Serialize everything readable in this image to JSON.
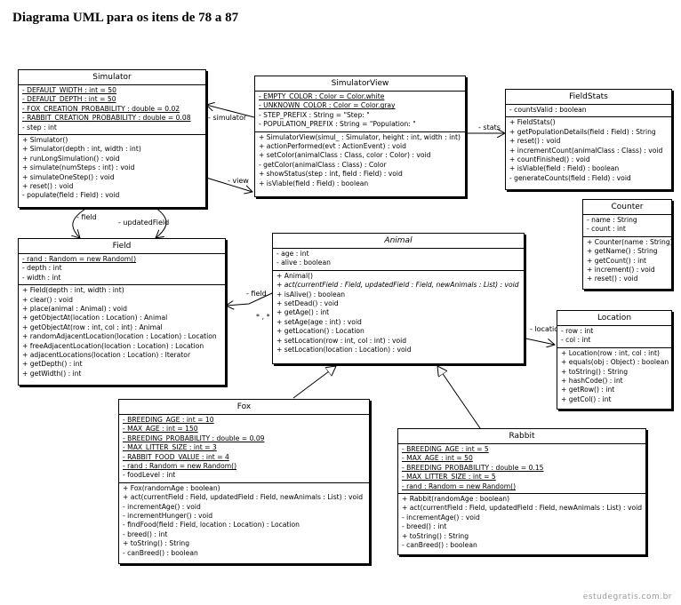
{
  "title": "Diagrama UML para os itens de 78 a 87",
  "watermark": "estudegratis.com.br",
  "classes": {
    "simulator": {
      "name": "Simulator",
      "attributes": [
        {
          "text": "- DEFAULT_WIDTH : int = 50",
          "static": true
        },
        {
          "text": "- DEFAULT_DEPTH : int = 50",
          "static": true
        },
        {
          "text": "- FOX_CREATION_PROBABILITY : double = 0.02",
          "static": true
        },
        {
          "text": "- RABBIT_CREATION_PROBABILITY : double = 0.08",
          "static": true
        },
        {
          "text": "- step : int",
          "static": false
        }
      ],
      "operations": [
        {
          "text": "+ Simulator()"
        },
        {
          "text": "+ Simulator(depth : int, width : int)"
        },
        {
          "text": "+ runLongSimulation() : void"
        },
        {
          "text": "+ simulate(numSteps : int) : void"
        },
        {
          "text": "+ simulateOneStep() : void"
        },
        {
          "text": "+ reset() : void"
        },
        {
          "text": "- populate(field : Field) : void"
        }
      ]
    },
    "simulator_view": {
      "name": "SimulatorView",
      "attributes": [
        {
          "text": "- EMPTY_COLOR : Color = Color.white",
          "static": true
        },
        {
          "text": "- UNKNOWN_COLOR : Color = Color.gray",
          "static": true
        },
        {
          "text": "- STEP_PREFIX : String = \"Step: \"",
          "static": false
        },
        {
          "text": "- POPULATION_PREFIX : String = \"Population: \"",
          "static": false
        }
      ],
      "operations": [
        {
          "text": "+ SimulatorView(simul_ : Simulator, height : int, width : int)"
        },
        {
          "text": "+ actionPerformed(evt : ActionEvent) : void"
        },
        {
          "text": "+ setColor(animalClass : Class, color : Color) : void"
        },
        {
          "text": "- getColor(animalClass : Class) : Color"
        },
        {
          "text": "+ showStatus(step : int, field : Field) : void"
        },
        {
          "text": "+ isViable(field : Field) : boolean"
        }
      ]
    },
    "field_stats": {
      "name": "FieldStats",
      "attributes": [
        {
          "text": "- countsValid : boolean",
          "static": false
        }
      ],
      "operations": [
        {
          "text": "+ FieldStats()"
        },
        {
          "text": "+ getPopulationDetails(field : Field) : String"
        },
        {
          "text": "+ reset() : void"
        },
        {
          "text": "+ incrementCount(animalClass : Class) : void"
        },
        {
          "text": "+ countFinished() : void"
        },
        {
          "text": "+ isViable(field : Field) : boolean"
        },
        {
          "text": "- generateCounts(field : Field) : void"
        }
      ]
    },
    "counter": {
      "name": "Counter",
      "attributes": [
        {
          "text": "- name : String",
          "static": false
        },
        {
          "text": "- count : int",
          "static": false
        }
      ],
      "operations": [
        {
          "text": "+ Counter(name : String)"
        },
        {
          "text": "+ getName() : String"
        },
        {
          "text": "+ getCount() : int"
        },
        {
          "text": "+ increment() : void"
        },
        {
          "text": "+ reset() : void"
        }
      ]
    },
    "field": {
      "name": "Field",
      "attributes": [
        {
          "text": "- rand : Random = new Random()",
          "static": true
        },
        {
          "text": "- depth : int",
          "static": false
        },
        {
          "text": "- width : int",
          "static": false
        }
      ],
      "operations": [
        {
          "text": "+ Field(depth : int, width : int)"
        },
        {
          "text": "+ clear() : void"
        },
        {
          "text": "+ place(animal : Animal) : void"
        },
        {
          "text": "+ getObjectAt(location : Location) : Animal"
        },
        {
          "text": "+ getObjectAt(row : int, col : int) : Animal"
        },
        {
          "text": "+ randomAdjacentLocation(location : Location) : Location"
        },
        {
          "text": "+ freeAdjacentLocation(location : Location) : Location"
        },
        {
          "text": "+ adjacentLocations(location : Location) : Iterator"
        },
        {
          "text": "+ getDepth() : int"
        },
        {
          "text": "+ getWidth() : int"
        }
      ]
    },
    "animal": {
      "name": "Animal",
      "abstract": true,
      "attributes": [
        {
          "text": "- age : int",
          "static": false
        },
        {
          "text": "- alive : boolean",
          "static": false
        }
      ],
      "operations": [
        {
          "text": "+ Animal()",
          "abstract": false
        },
        {
          "text": "+ act(currentField : Field, updatedField : Field, newAnimals : List) : void",
          "abstract": true
        },
        {
          "text": "+ isAlive() : boolean",
          "abstract": false
        },
        {
          "text": "+ setDead() : void",
          "abstract": false
        },
        {
          "text": "+ getAge() : int",
          "abstract": false
        },
        {
          "text": "+ setAge(age : int) : void",
          "abstract": false
        },
        {
          "text": "+ getLocation() : Location",
          "abstract": false
        },
        {
          "text": "+ setLocation(row : int, col : int) : void",
          "abstract": false
        },
        {
          "text": "+ setLocation(location : Location) : void",
          "abstract": false
        }
      ]
    },
    "location": {
      "name": "Location",
      "attributes": [
        {
          "text": "- row : int",
          "static": false
        },
        {
          "text": "- col : int",
          "static": false
        }
      ],
      "operations": [
        {
          "text": "+ Location(row : int, col : int)"
        },
        {
          "text": "+ equals(obj : Object) : boolean"
        },
        {
          "text": "+ toString() : String"
        },
        {
          "text": "+ hashCode() : int"
        },
        {
          "text": "+ getRow() : int"
        },
        {
          "text": "+ getCol() : int"
        }
      ]
    },
    "fox": {
      "name": "Fox",
      "attributes": [
        {
          "text": "- BREEDING_AGE : int = 10",
          "static": true
        },
        {
          "text": "- MAX_AGE : int = 150",
          "static": true
        },
        {
          "text": "- BREEDING_PROBABILITY : double = 0.09",
          "static": true
        },
        {
          "text": "- MAX_LITTER_SIZE : int = 3",
          "static": true
        },
        {
          "text": "- RABBIT_FOOD_VALUE : int = 4",
          "static": true
        },
        {
          "text": "- rand : Random = new Random()",
          "static": true
        },
        {
          "text": "- foodLevel : int",
          "static": false
        }
      ],
      "operations": [
        {
          "text": "+ Fox(randomAge : boolean)"
        },
        {
          "text": "+ act(currentField : Field, updatedField : Field, newAnimals : List) : void"
        },
        {
          "text": "- incrementAge() : void"
        },
        {
          "text": "- incrementHunger() : void"
        },
        {
          "text": "- findFood(field : Field, location : Location) : Location"
        },
        {
          "text": "- breed() : int"
        },
        {
          "text": "+ toString() : String"
        },
        {
          "text": "- canBreed() : boolean"
        }
      ]
    },
    "rabbit": {
      "name": "Rabbit",
      "attributes": [
        {
          "text": "- BREEDING_AGE : int = 5",
          "static": true
        },
        {
          "text": "- MAX_AGE : int = 50",
          "static": true
        },
        {
          "text": "- BREEDING_PROBABILITY : double = 0.15",
          "static": true
        },
        {
          "text": "- MAX_LITTER_SIZE : int = 5",
          "static": true
        },
        {
          "text": "- rand : Random = new Random()",
          "static": true
        }
      ],
      "operations": [
        {
          "text": "+ Rabbit(randomAge : boolean)"
        },
        {
          "text": "+ act(currentField : Field, updatedField : Field, newAnimals : List) : void"
        },
        {
          "text": "- incrementAge() : void"
        },
        {
          "text": "- breed() : int"
        },
        {
          "text": "+ toString() : String"
        },
        {
          "text": "- canBreed() : boolean"
        }
      ]
    }
  },
  "relations": {
    "simulator_label": "- simulator",
    "view_label": "- view",
    "stats_label": "- stats",
    "field_label_1": "- field",
    "updated_field_label": "- updatedField",
    "field_label_2": "- field",
    "multiplicity_label": "* , *",
    "location_label": "- location"
  }
}
